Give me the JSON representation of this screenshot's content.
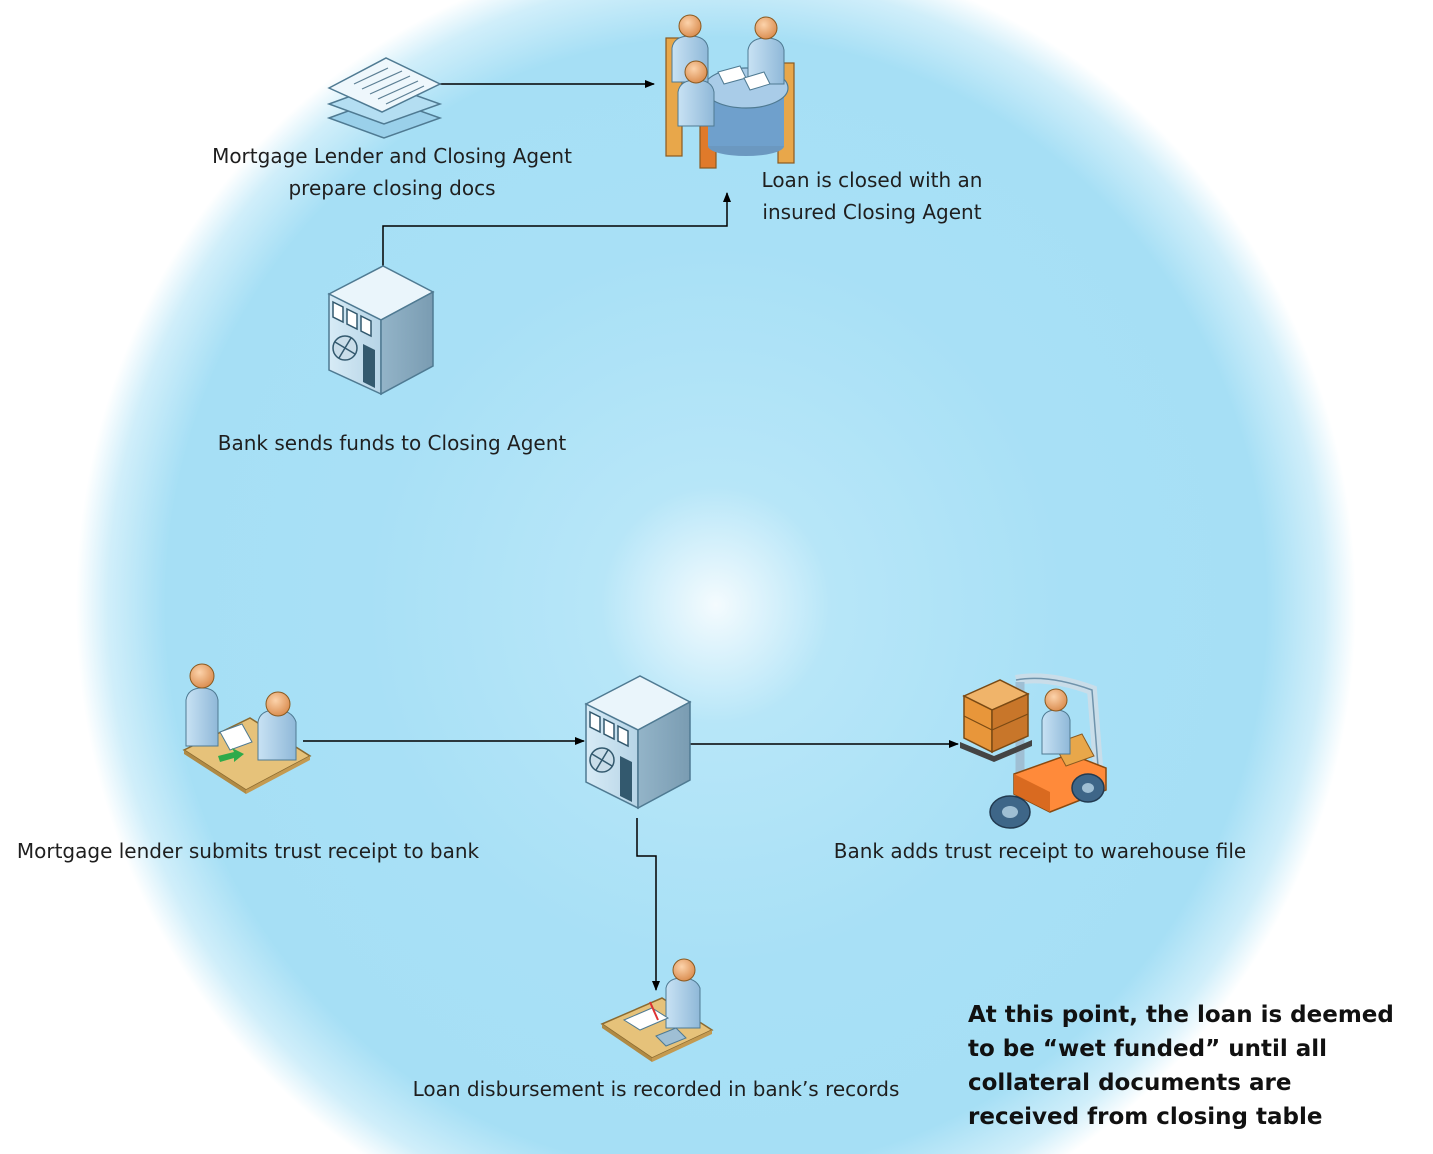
{
  "labels": {
    "prepare_docs_line1": "Mortgage Lender and Closing Agent",
    "prepare_docs_line2": "prepare closing docs",
    "loan_closed_line1": "Loan is closed with an",
    "loan_closed_line2": "insured Closing Agent",
    "bank_sends_funds": "Bank sends funds to Closing Agent",
    "lender_submits": "Mortgage lender submits trust receipt to bank",
    "bank_adds": "Bank adds trust receipt to warehouse file",
    "disbursement": "Loan disbursement is recorded in bank’s records"
  },
  "note": {
    "line1": "At this point, the loan is deemed",
    "line2": "to be “wet funded” until all",
    "line3": "collateral documents are",
    "line4": "received from closing table"
  },
  "icons": {
    "documents": "documents-stack-icon",
    "meeting": "closing-table-meeting-icon",
    "bank_top": "bank-building-icon",
    "submission": "document-handoff-icon",
    "bank_bottom": "bank-building-icon",
    "forklift": "forklift-warehouse-icon",
    "clerk": "records-clerk-icon"
  },
  "colors": {
    "background": "#a8e0f6",
    "connector": "#000000",
    "person": "#aed3ee",
    "skin": "#f2b07a",
    "wood": "#e8a74a",
    "forklift": "#ff7f2a"
  }
}
